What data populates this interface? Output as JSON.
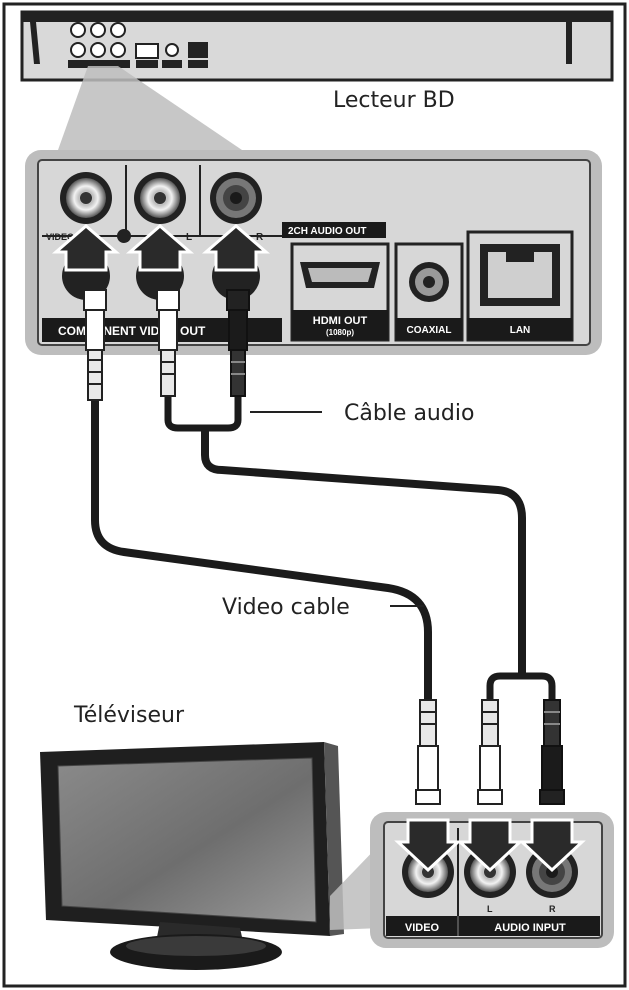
{
  "labels": {
    "player": "Lecteur BD",
    "audio_cable": "Câble audio",
    "video_cable": "Video cable",
    "tv": "Téléviseur"
  },
  "player_panel": {
    "video_out": "VIDEO OUT",
    "jack_l": "L",
    "jack_r": "R",
    "audio_out": "2CH AUDIO OUT",
    "component_video_out": "COMPONENT VIDEO OUT",
    "hdmi_out": "HDMI OUT",
    "hdmi_res": "(1080p)",
    "coaxial": "COAXIAL",
    "lan": "LAN"
  },
  "tv_panel": {
    "video": "VIDEO",
    "audio_input": "AUDIO INPUT",
    "jack_l": "L",
    "jack_r": "R"
  },
  "colors": {
    "panel_fill": "#d7d7d7",
    "panel_dark": "#1a1a1a",
    "cable": "#1b1b1b"
  }
}
